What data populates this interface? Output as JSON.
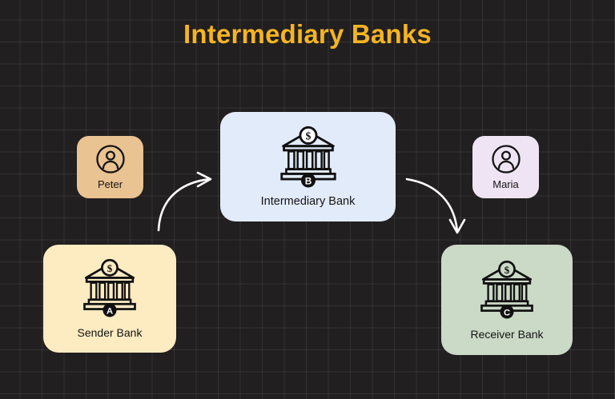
{
  "page": {
    "title": "Intermediary Banks",
    "background_color": "#211F1F",
    "grid_line_color": "rgba(255,255,255,0.085)",
    "title_color": "#F5B423"
  },
  "nodes": {
    "peter": {
      "label": "Peter",
      "icon": "person-circle-icon",
      "background_color": "#EAC392"
    },
    "maria": {
      "label": "Maria",
      "icon": "person-circle-icon",
      "background_color": "#EFE4F4"
    },
    "sender_bank": {
      "label": "Sender Bank",
      "icon": "bank-dollar-icon",
      "badge": "A",
      "background_color": "#FDEBC2"
    },
    "intermediary_bank": {
      "label": "Intermediary Bank",
      "icon": "bank-dollar-icon",
      "badge": "B",
      "background_color": "#E2EBFA"
    },
    "receiver_bank": {
      "label": "Receiver Bank",
      "icon": "bank-dollar-icon",
      "badge": "C",
      "background_color": "#CBD9C7"
    }
  },
  "connectors": [
    {
      "name": "sender-to-intermediary",
      "direction": "up-right",
      "color": "#FFFFFF"
    },
    {
      "name": "intermediary-to-receiver",
      "direction": "down-right",
      "color": "#FFFFFF"
    }
  ],
  "icon_glyphs": {
    "currency_symbol": "$"
  }
}
